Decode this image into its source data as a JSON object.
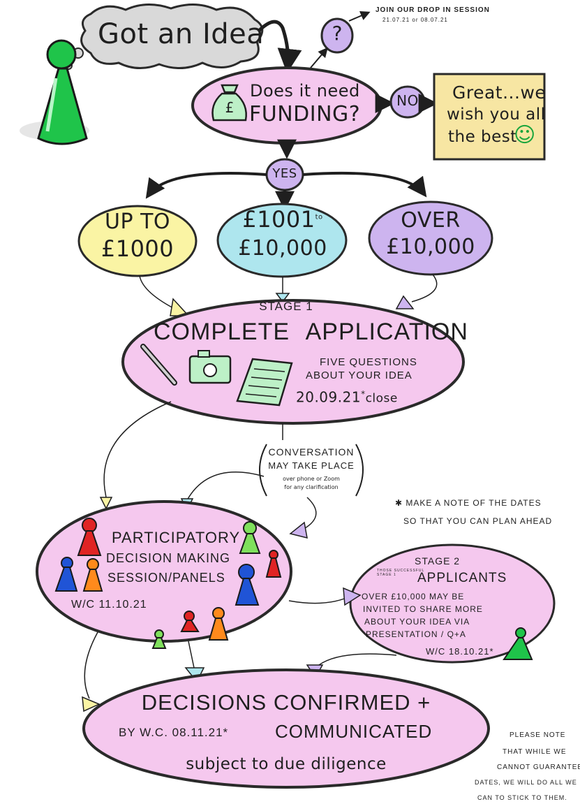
{
  "title": "Got an Idea",
  "question_mark": "?",
  "drop_in": {
    "label": "JOIN OUR DROP IN SESSION",
    "dates": "21.07.21 or 08.07.21"
  },
  "funding_question": {
    "line1": "Does it need",
    "line2": "FUNDING?"
  },
  "no_label": "NO",
  "great_note": {
    "line1": "Great...we",
    "line2": "wish you all",
    "line3": "the best",
    "smiley": "☺"
  },
  "yes_label": "YES",
  "tiers": [
    {
      "line1": "UP TO",
      "line2": "£1000",
      "color": "#faf4a4"
    },
    {
      "line1": "£1001",
      "sup": "to",
      "line2": "£10,000",
      "color": "#aee6ee"
    },
    {
      "line1": "OVER",
      "line2": "£10,000",
      "color": "#cdb4ef"
    }
  ],
  "stage1": {
    "heading": "STAGE 1",
    "title": "COMPLETE APPLICATION",
    "questions_line1": "FIVE QUESTIONS",
    "questions_line2": "ABOUT YOUR IDEA",
    "close_date": "20.09.21",
    "close_star": "*",
    "close_word": "close"
  },
  "conversation": {
    "line1": "CONVERSATION",
    "line2": "MAY TAKE PLACE",
    "line3": "over phone or Zoom",
    "line4": "for any clarification"
  },
  "dates_note": {
    "line1": "✱ MAKE A NOTE OF THE DATES",
    "line2": "SO THAT YOU CAN PLAN AHEAD"
  },
  "panels": {
    "line1": "PARTICIPATORY",
    "line2": "DECISION MAKING",
    "line3": "SESSION/PANELS",
    "date": "W/C 11.10.21"
  },
  "stage2": {
    "heading": "STAGE 2",
    "small": "THOSE SUCCESSFUL\nSTAGE 1",
    "title": "APPLICANTS",
    "line1": "OVER £10,000 MAY BE",
    "line2": "INVITED TO SHARE MORE",
    "line3": "ABOUT YOUR IDEA VIA",
    "line4": "PRESENTATION / Q+A",
    "date": "W/C 18.10.21*"
  },
  "decisions": {
    "line1": "DECISIONS CONFIRMED +",
    "by_label": "BY W.C. 08.11.21*",
    "line2": "COMMUNICATED",
    "line3": "subject to due diligence"
  },
  "please_note": {
    "line1": "PLEASE NOTE",
    "line2": "THAT WHILE WE",
    "line3": "CANNOT GUARANTEE",
    "line4": "DATES, WE WILL DO ALL WE",
    "line5": "CAN TO STICK TO THEM."
  },
  "colors": {
    "pink": "#f5c8ee",
    "outline": "#2a2a2a",
    "green_figure": "#1fc44a",
    "sticky_note": "#f7e6a3",
    "cloud": "#d9d9d9"
  }
}
